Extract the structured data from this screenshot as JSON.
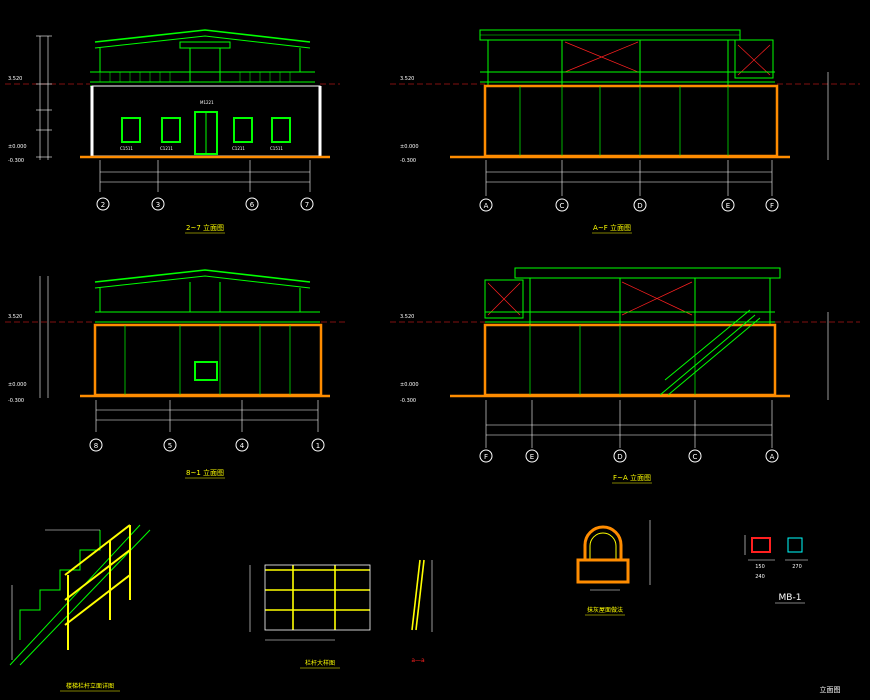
{
  "drawings": {
    "elev_2_7": {
      "title": "2~7 立面图",
      "axes": [
        "2",
        "3",
        "6",
        "7"
      ],
      "level_labels": [
        "3.520",
        "±0.000",
        "-0.300"
      ],
      "window_labels": [
        "C1511",
        "C1211",
        "C1211",
        "C1511"
      ],
      "door_label": "M1221"
    },
    "elev_a_f": {
      "title": "A~F 立面图",
      "axes": [
        "A",
        "C",
        "D",
        "E",
        "F"
      ],
      "level_labels": [
        "3.520",
        "±0.000",
        "-0.300"
      ]
    },
    "elev_8_1": {
      "title": "8~1 立面图",
      "axes": [
        "8",
        "5",
        "4",
        "1"
      ],
      "level_labels": [
        "3.520",
        "±0.000",
        "-0.300"
      ]
    },
    "elev_f_a": {
      "title": "F~A 立面图",
      "axes": [
        "F",
        "E",
        "D",
        "C",
        "A"
      ],
      "level_labels": [
        "3.520",
        "±0.000",
        "-0.300"
      ]
    },
    "stair_detail": {
      "title": "楼梯栏杆立面详图"
    },
    "railing_detail": {
      "title": "栏杆大样图"
    },
    "section_detail": {
      "title": "a—a"
    },
    "arch_detail": {
      "title": "抹灰屋面做法"
    },
    "mb1": {
      "title": "MB-1",
      "dims": [
        "150",
        "240",
        "270"
      ]
    },
    "sheet_title": "立面图"
  },
  "colors": {
    "background": "#000000",
    "primary_line": "#00ff00",
    "dimension_line": "#ffffff",
    "ground_line": "#ff8c00",
    "axis_line": "#ff2020",
    "title_text": "#ffff00"
  }
}
